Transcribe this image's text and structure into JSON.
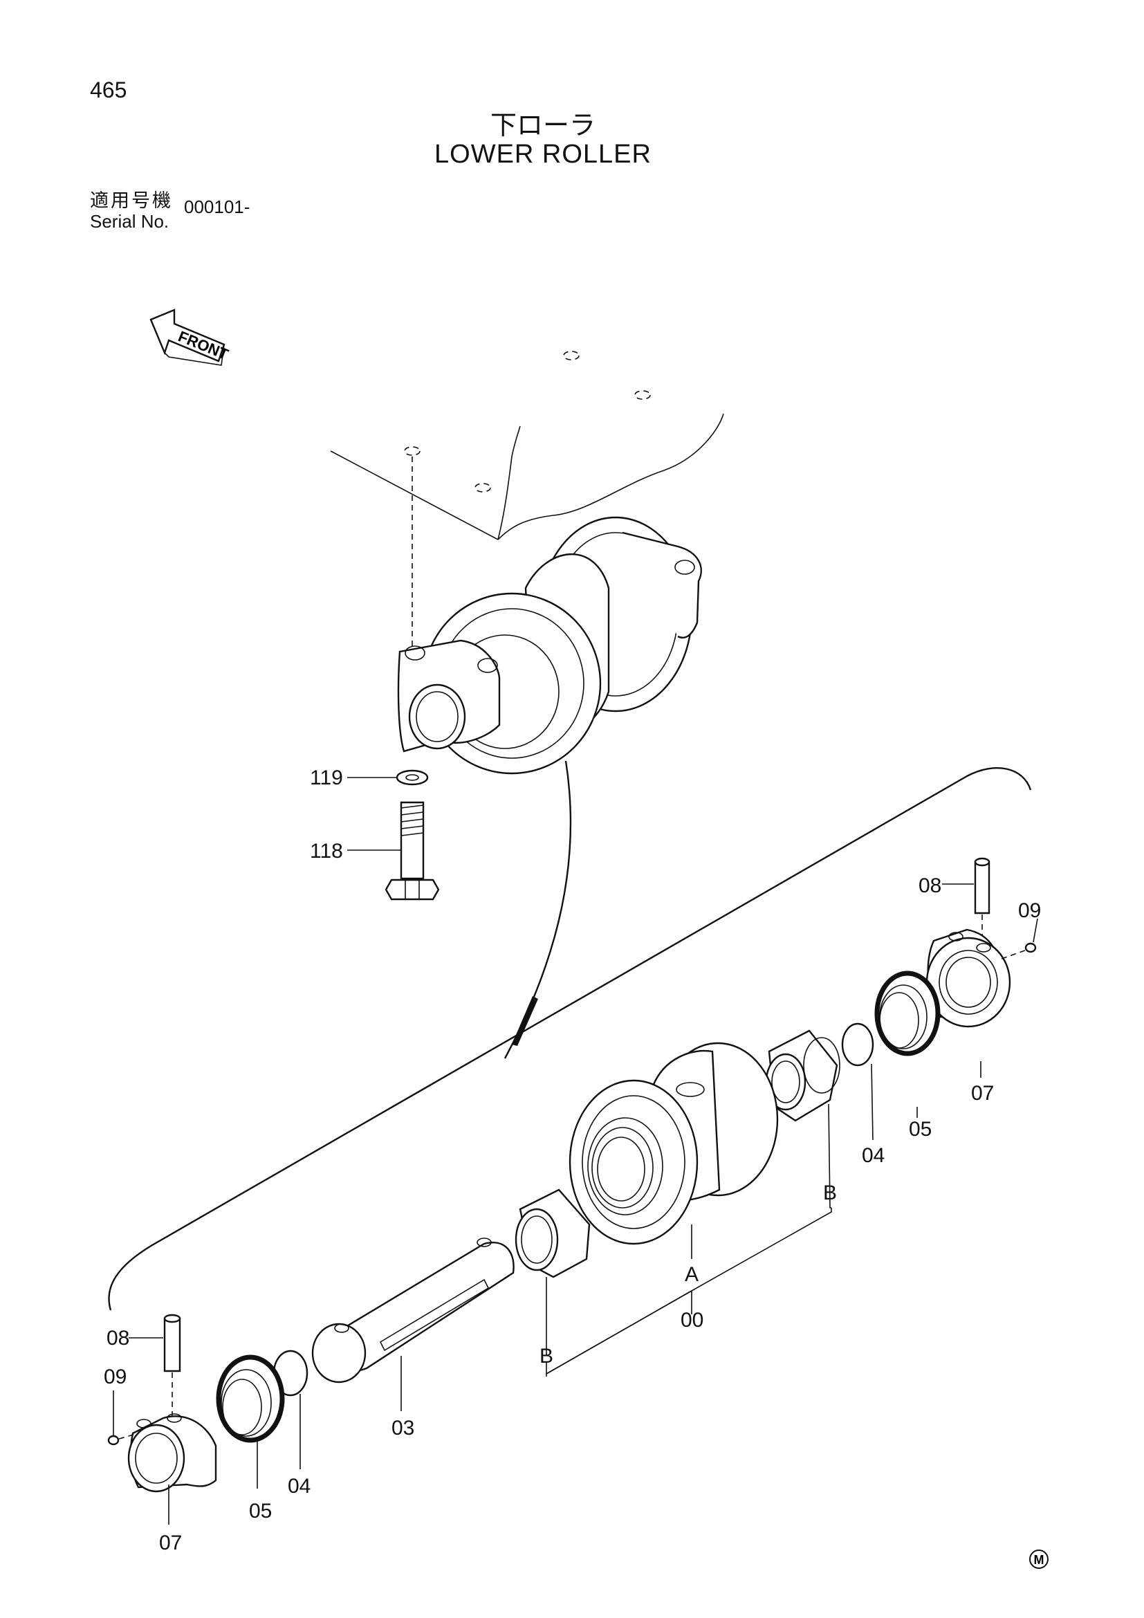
{
  "header": {
    "page_number": "465",
    "title_jp": "下ローラ",
    "title_en": "LOWER ROLLER",
    "serial_label_jp": "適用号機",
    "serial_label_en": "Serial No.",
    "serial_value": "000101-"
  },
  "front_label": "FRONT",
  "callouts": {
    "c119": "119",
    "c118": "118",
    "c08_right": "08",
    "c09_right": "09",
    "c07_right": "07",
    "c05_right": "05",
    "c04_right": "04",
    "cB_right": "B",
    "cA": "A",
    "c00": "00",
    "cB_left": "B",
    "c03": "03",
    "c08_left": "08",
    "c09_left": "09",
    "c05_left": "05",
    "c04_left": "04",
    "c07_left": "07"
  },
  "footer_mark": "M"
}
